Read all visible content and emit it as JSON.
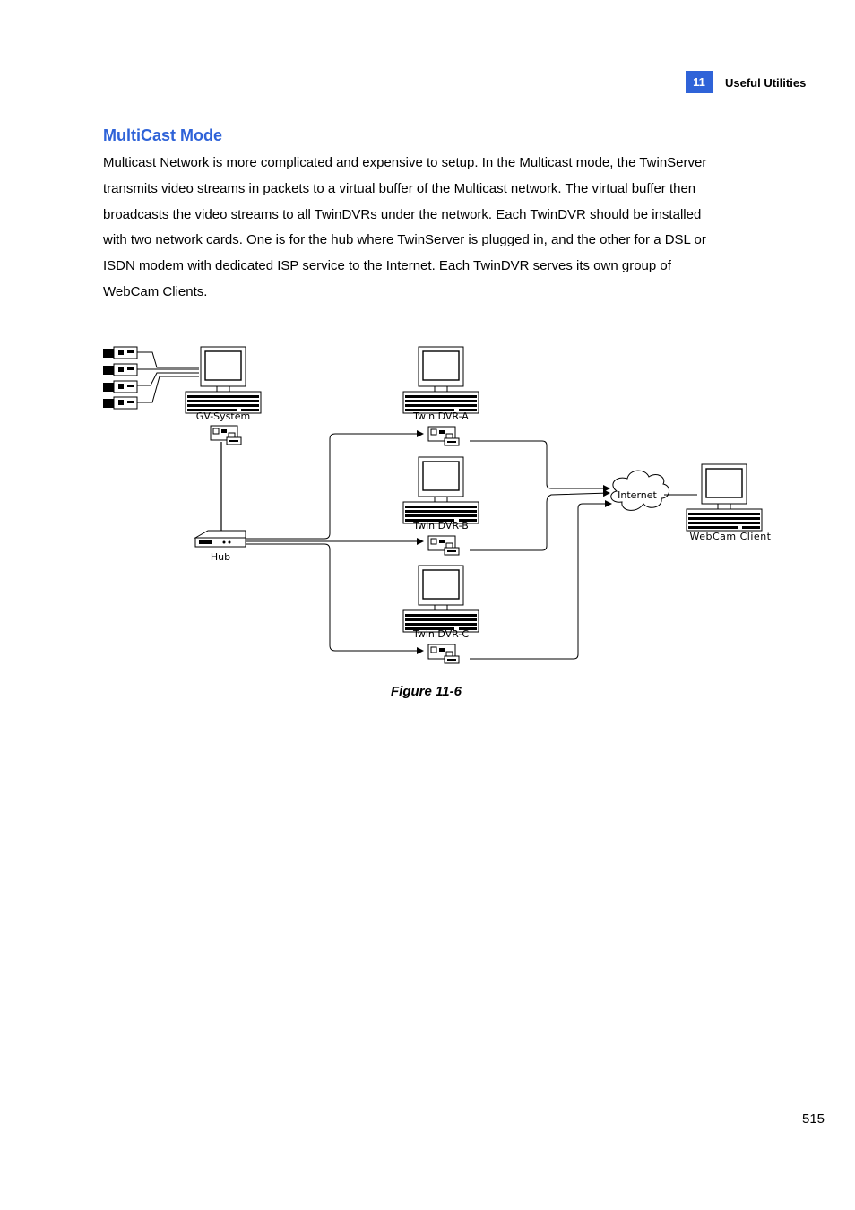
{
  "header": {
    "chapter_number": "11",
    "chapter_title": "Useful Utilities"
  },
  "section": {
    "heading": "MultiCast Mode",
    "lines": [
      "Multicast Network is more complicated and expensive to setup. In the Multicast mode, the TwinServer",
      "transmits video streams in packets to a virtual buffer of the Multicast network. The virtual buffer then",
      "broadcasts the video streams to all TwinDVRs under the network. Each TwinDVR should be installed",
      "with two network cards. One is for the hub where TwinServer is plugged in, and the other for a DSL or",
      "ISDN modem with dedicated ISP service to the Internet. Each TwinDVR serves its own group of",
      "WebCam Clients."
    ]
  },
  "diagram": {
    "gv_system": "GV-System",
    "twin_dvr_a": "Twin DVR-A",
    "twin_dvr_b": "Twin DVR-B",
    "twin_dvr_c": "Twin DVR-C",
    "hub": "Hub",
    "internet": "Internet",
    "webcam_client": "WebCam Client"
  },
  "figure_caption": "Figure 11-6",
  "page_number": "515"
}
